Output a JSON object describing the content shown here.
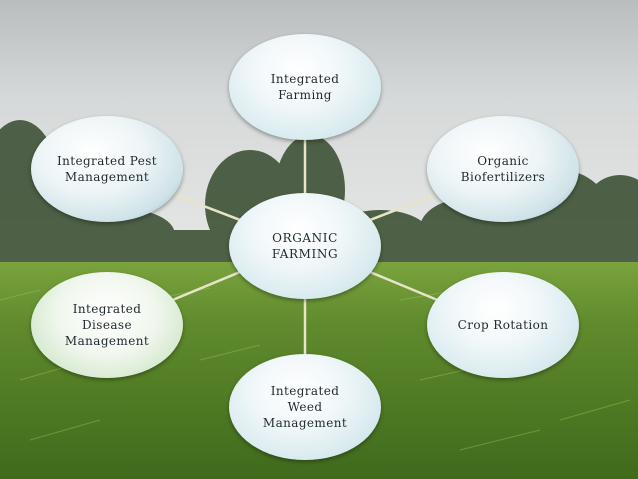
{
  "center": {
    "label": "ORGANIC\nFARMING"
  },
  "nodes": [
    {
      "id": "integrated-farming",
      "label": "Integrated\nFarming"
    },
    {
      "id": "organic-biofertilizers",
      "label": "Organic\nBiofertilizers"
    },
    {
      "id": "crop-rotation",
      "label": "Crop Rotation"
    },
    {
      "id": "integrated-weed-management",
      "label": "Integrated\nWeed\nManagement"
    },
    {
      "id": "integrated-disease-management",
      "label": "Integrated\nDisease\nManagement"
    },
    {
      "id": "integrated-pest-management",
      "label": "Integrated Pest\nManagement"
    }
  ],
  "colors": {
    "connector": "#e8e4c8",
    "node_text": "#1e2a2e",
    "sky": "#d9dcdc",
    "grass": "#5f8a2c"
  }
}
